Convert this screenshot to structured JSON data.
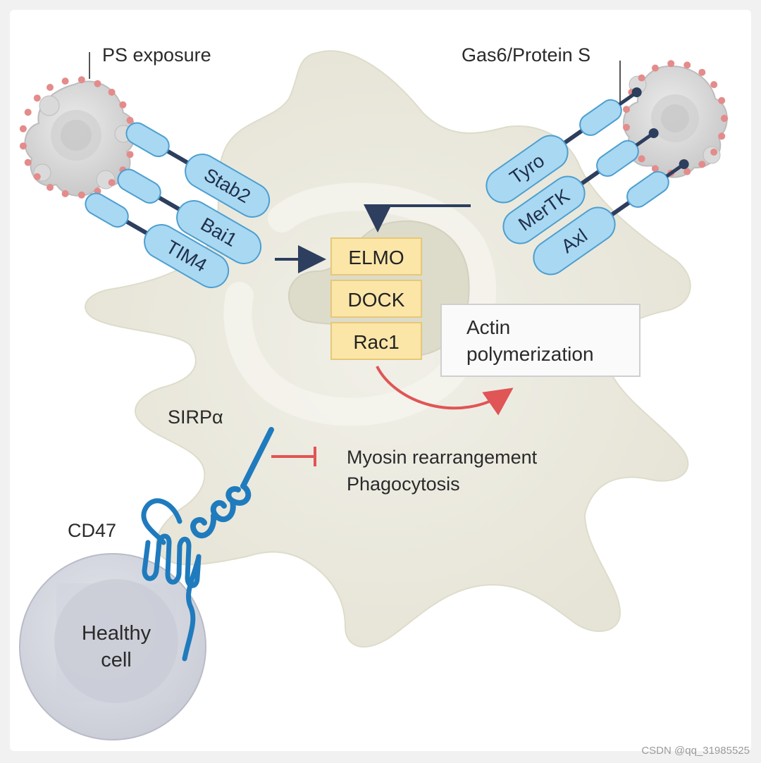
{
  "labels": {
    "ps_exposure": "PS exposure",
    "gas6": "Gas6/Protein S",
    "sirpa": "SIRPα",
    "cd47": "CD47",
    "healthy_cell_line1": "Healthy",
    "healthy_cell_line2": "cell",
    "actin_line1": "Actin",
    "actin_line2": "polymerization",
    "myosin": "Myosin rearrangement",
    "phagocytosis": "Phagocytosis",
    "watermark": "CSDN @qq_31985525"
  },
  "left_receptors": [
    "Stab2",
    "Bai1",
    "TIM4"
  ],
  "right_receptors": [
    "Tyro",
    "MerTK",
    "Axl"
  ],
  "signaling": [
    "ELMO",
    "DOCK",
    "Rac1"
  ],
  "colors": {
    "cell_body": "#ecebe1",
    "nucleus": "#dddbca",
    "receptor_fill": "#a9d8f2",
    "receptor_stroke": "#4d9fd0",
    "signal_box": "#fbe6a8",
    "signal_border": "#e6c878",
    "arrow_navy": "#2d3e5e",
    "inhibit_red": "#e05555",
    "cd47_blue": "#1f7bbd",
    "apoptotic_cell": "#d8d8d8",
    "ps_dots": "#e48b8b"
  }
}
